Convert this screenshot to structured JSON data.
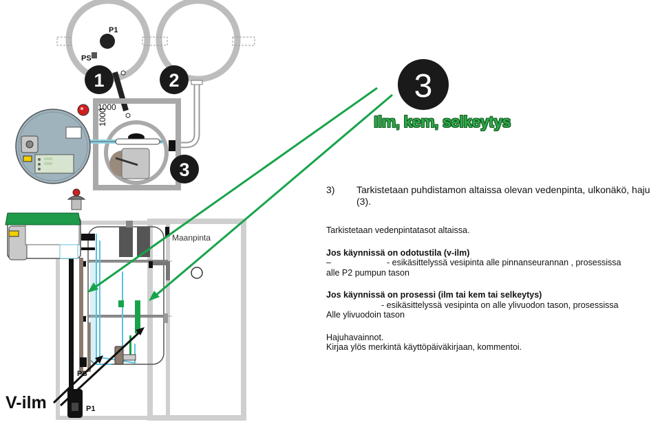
{
  "labels": {
    "p1_top": "P1",
    "ps_top": "PS",
    "tank1": "1",
    "tank2": "2",
    "tank3": "3",
    "vol_1000_a": "1000",
    "vol_1000_b": "1000",
    "ground_level": "Maanpinta",
    "ps_bottom": "PS",
    "p1_bottom": "P1",
    "v_ilm": "V-ilm"
  },
  "step": {
    "badge_number": "3",
    "heading": "Ilm, kem, selkeytys"
  },
  "instructions": {
    "step_number": "3)",
    "step_title": "Tarkistetaan puhdistamon altaissa olevan vedenpinta, ulkonäkö, haju (3).",
    "check_levels": "Tarkistetaan vedenpintatasot altaissa.",
    "standby_title": "Jos käynnissä on odotustila (v-ilm)",
    "standby_dash": "–",
    "standby_line1": "- esikäsittelyssä vesipinta alle pinnanseurannan , prosessissa",
    "standby_line2": "alle P2 pumpun tason",
    "process_title": "Jos käynnissä on prosessi (ilm tai kem tai selkeytys)",
    "process_line1": "- esikäsittelyssä vesipinta on alle ylivuodon tason, prosessissa",
    "process_line2": "Alle ylivuodoin tason",
    "odour_title": "Hajuhavainnot.",
    "odour_note": "Kirjaa ylös merkintä käyttöpäiväkirjaan, kommentoi."
  },
  "colors": {
    "arrow_green": "#17a34a",
    "heading_green": "#2fa84a",
    "tank_gray": "#a9a9a9",
    "panel_blue": "#9fb3bd",
    "pipe_cyan": "#8fd3e6",
    "lid_green": "#1f9a4a",
    "alarm_red": "#d11f1f"
  },
  "icons": [
    "alarm-lamp-icon",
    "control-unit-icon",
    "pump-icon"
  ]
}
